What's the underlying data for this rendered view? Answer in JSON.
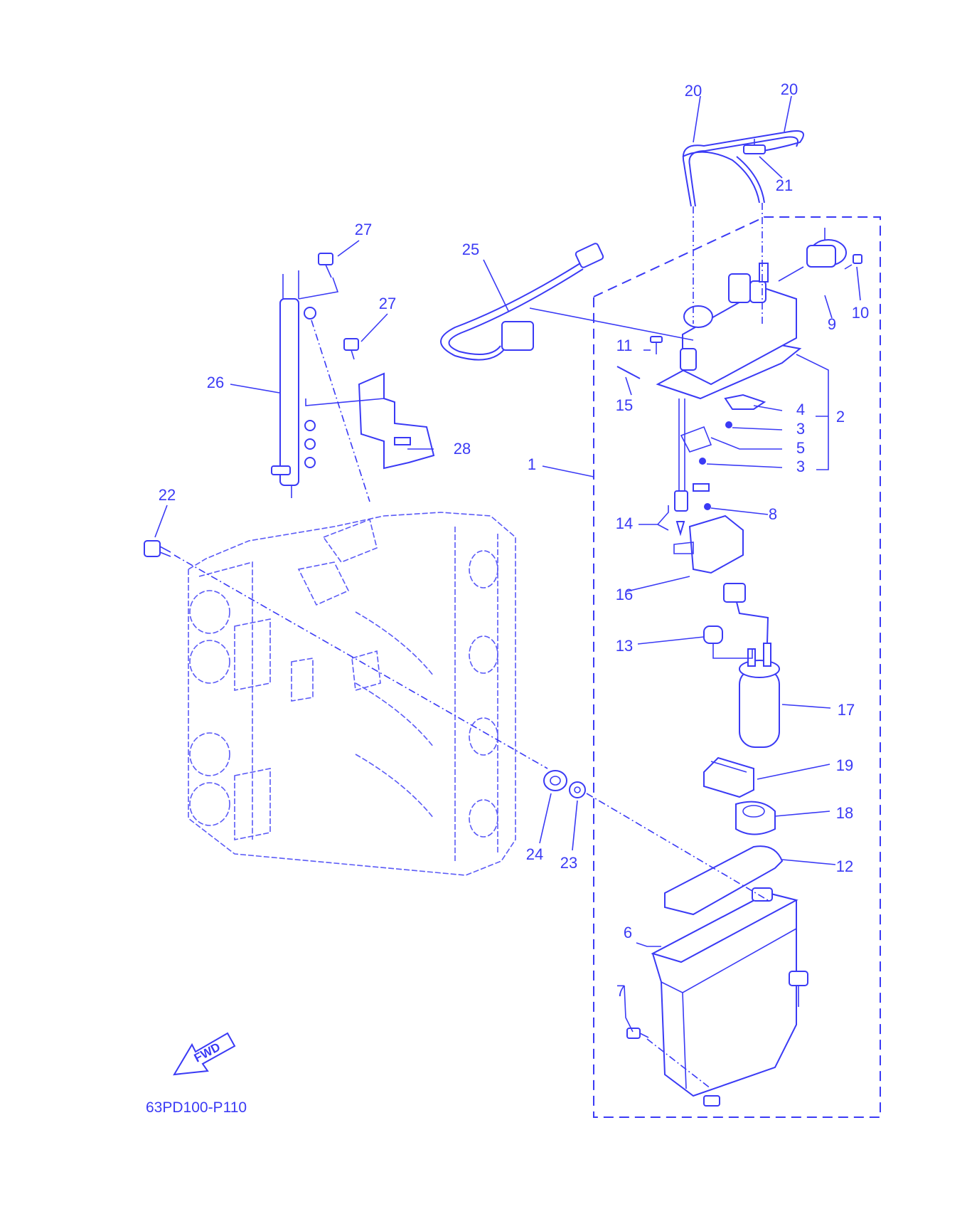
{
  "diagram": {
    "code": "63PD100-P110",
    "fwd_label": "FWD",
    "color": "#3a3af5",
    "callouts": {
      "c1": "1",
      "c2": "2",
      "c3a": "3",
      "c3b": "3",
      "c4": "4",
      "c5": "5",
      "c6": "6",
      "c7": "7",
      "c8": "8",
      "c9": "9",
      "c10": "10",
      "c11": "11",
      "c12": "12",
      "c13": "13",
      "c14": "14",
      "c15": "15",
      "c16": "16",
      "c17": "17",
      "c18": "18",
      "c19": "19",
      "c20a": "20",
      "c20b": "20",
      "c21": "21",
      "c22": "22",
      "c23": "23",
      "c24": "24",
      "c25": "25",
      "c26": "26",
      "c27a": "27",
      "c27b": "27",
      "c28": "28"
    }
  }
}
